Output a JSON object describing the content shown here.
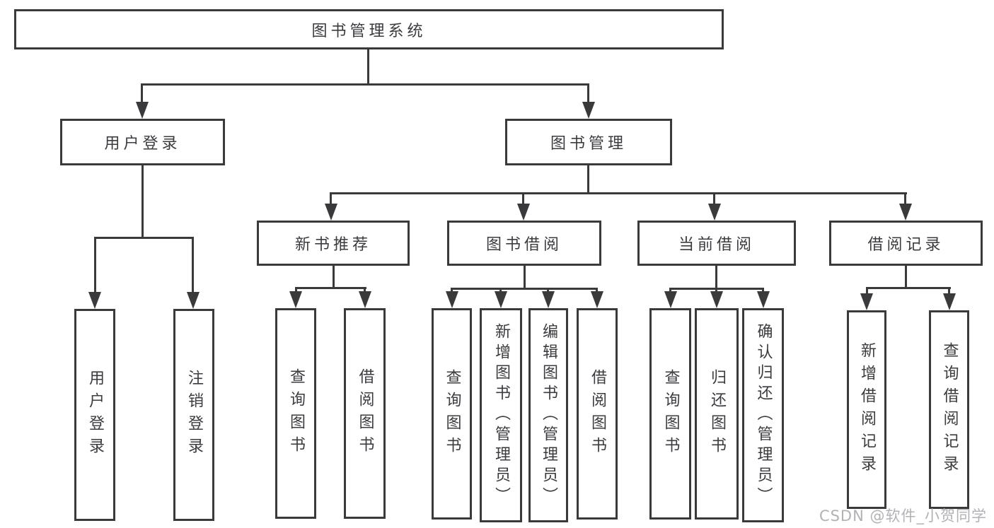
{
  "diagram_title": "图书管理系统",
  "tree": {
    "root": "图书管理系统",
    "children": [
      {
        "label": "用户登录",
        "children": [
          "用户登录",
          "注销登录"
        ]
      },
      {
        "label": "图书管理",
        "children": [
          {
            "label": "新书推荐",
            "children": [
              "查询图书",
              "借阅图书"
            ]
          },
          {
            "label": "图书借阅",
            "children": [
              "查询图书",
              "新增图书（管理员）",
              "编辑图书（管理员）",
              "借阅图书"
            ]
          },
          {
            "label": "当前借阅",
            "children": [
              "查询图书",
              "归还图书",
              "确认归还（管理员）"
            ]
          },
          {
            "label": "借阅记录",
            "children": [
              "新增借阅记录",
              "查询借阅记录"
            ]
          }
        ]
      }
    ]
  },
  "watermark": {
    "text": "CSDN @软件_小贺同学"
  },
  "colors": {
    "line": "#3a3a3c",
    "text": "#3b3b40",
    "watermark": "#b2b2b6",
    "background": "#ffffff"
  }
}
